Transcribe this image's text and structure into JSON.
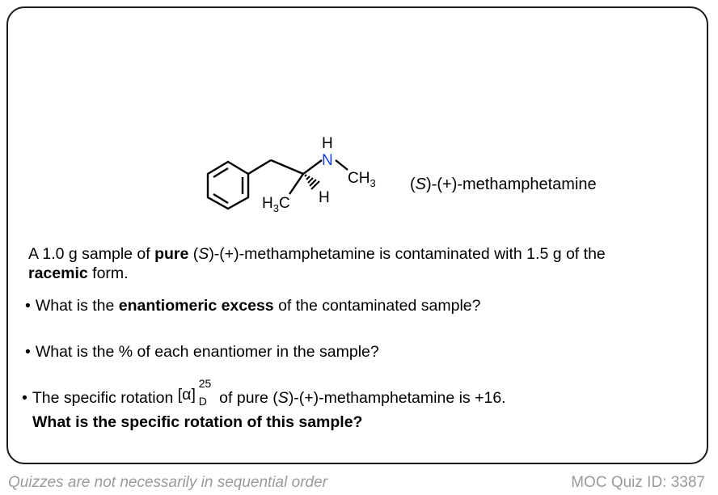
{
  "molecule": {
    "label_S": "S",
    "label_rest": "-(+)-methamphetamine",
    "atoms": {
      "n": "N",
      "h_top": "H",
      "ch3": "CH",
      "ch3_sub": "3",
      "h3c_h": "H",
      "h3c_sub": "3",
      "h3c_c": "C",
      "h_stereo": "H"
    }
  },
  "problem": {
    "line1_a": "A 1.0 g sample of ",
    "line1_b": "pure",
    "line1_c": " (",
    "line1_d": "S",
    "line1_e": ")-(+)-methamphetamine is contaminated with 1.5 g of the",
    "line2_a": "racemic",
    "line2_b": " form."
  },
  "questions": {
    "q1_a": "What is the ",
    "q1_b": "enantiomeric excess",
    "q1_c": " of the contaminated sample?",
    "q2": "What is the % of each enantiomer in the sample?",
    "q3_a": "The specific rotation ",
    "q3_alpha": "[α]",
    "q3_sup": "25",
    "q3_sub": "D",
    "q3_b": " of pure (",
    "q3_c": "S",
    "q3_d": ")-(+)-methamphetamine is +16.",
    "q3_bold": "What is the specific rotation of this sample?"
  },
  "footer": {
    "left": "Quizzes are not necessarily in sequential order",
    "right": "MOC Quiz ID: 3387"
  },
  "colors": {
    "nitrogen": "#1a3fd6",
    "footer_text": "#9a9a9a",
    "border": "#1a1a1a"
  }
}
